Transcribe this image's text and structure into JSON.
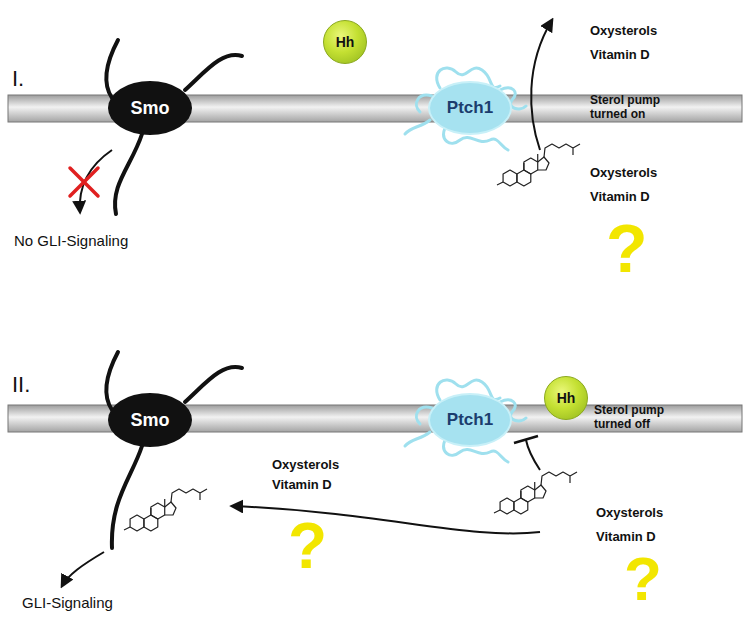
{
  "diagram": {
    "nodes": [
      {
        "text": [
          "Hh"
        ]
      },
      {
        "text": [
          "Smo"
        ]
      },
      {
        "text": [
          "Ptch1"
        ]
      },
      {
        "text": [
          "Smo"
        ]
      },
      {
        "text": [
          "Hh"
        ]
      },
      {
        "text": [
          "Ptch1"
        ]
      }
    ],
    "labels": [
      "I.",
      "Sterol pump turned on",
      "Oxysterols",
      "Vitamin D",
      "Oxysterols",
      "Vitamin D",
      "?",
      "No GLI-Signaling",
      "II.",
      "Sterol pump turned off",
      "Oxysterols",
      "Vitamin D",
      "?",
      "Oxysterols",
      "Vitamin D",
      "?",
      "GLI-Signaling"
    ]
  }
}
